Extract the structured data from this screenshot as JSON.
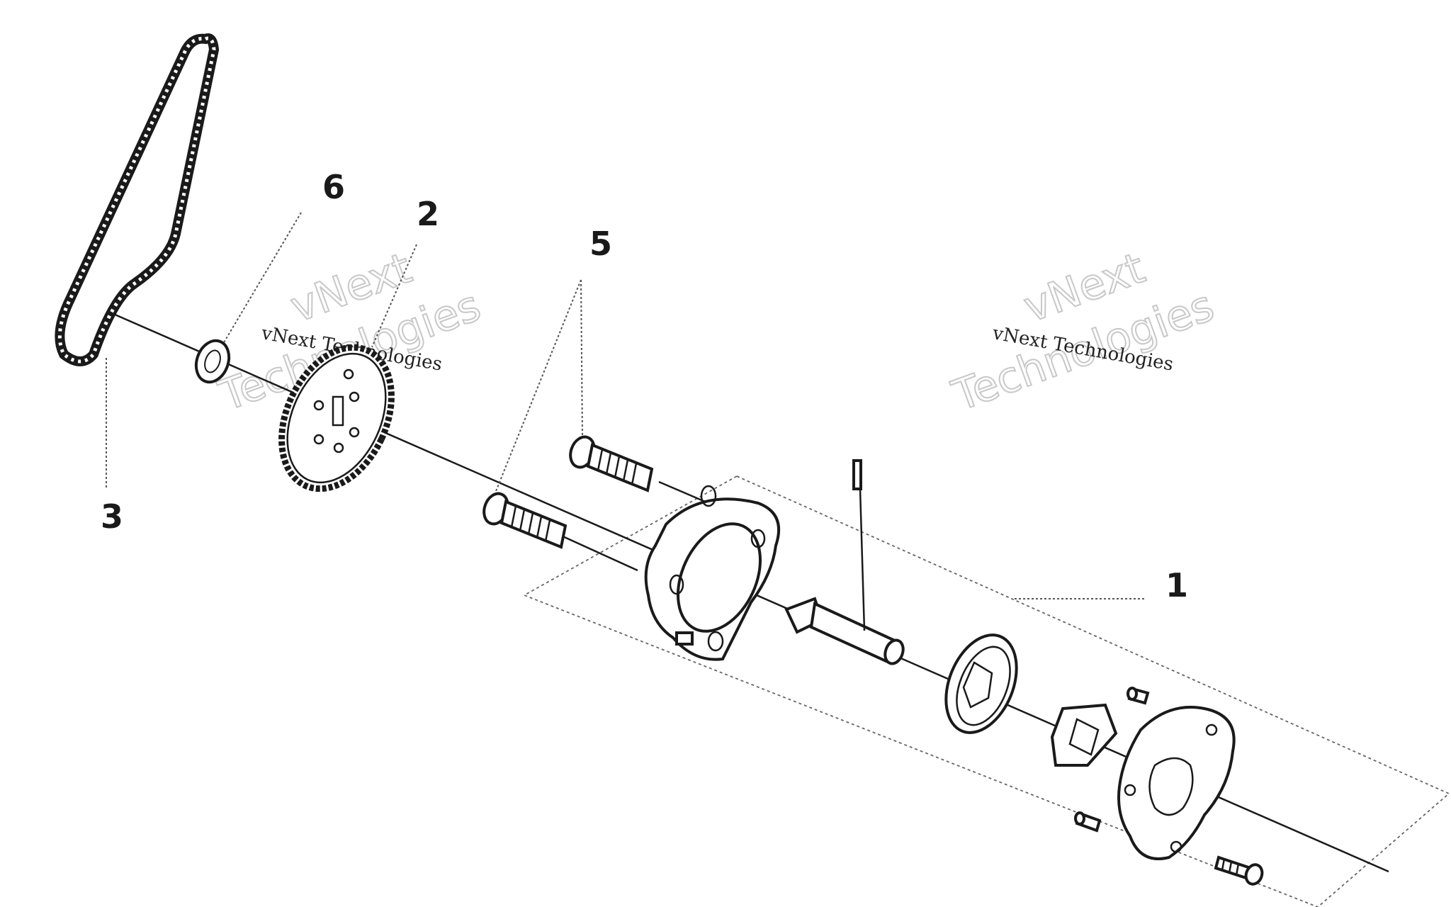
{
  "callouts": {
    "c1": "1",
    "c2": "2",
    "c3": "3",
    "c5": "5",
    "c6": "6"
  },
  "watermarks": {
    "left_small": "vNext Technologies",
    "left_big_1": "vNext",
    "left_big_2": "Technologies",
    "right_small": "vNext Technologies",
    "right_big_1": "vNext",
    "right_big_2": "Technologies"
  },
  "colors": {
    "ink": "#1a1a1a",
    "paper": "#ffffff",
    "watermark": "#c8c8c8"
  }
}
